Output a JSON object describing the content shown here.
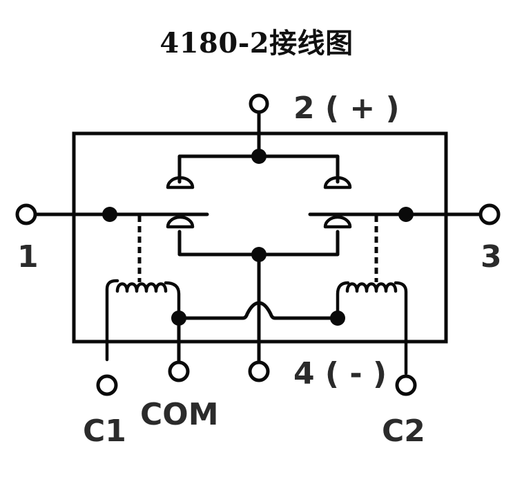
{
  "title": "4180-2接线图",
  "terminals": {
    "t1": "1",
    "t2": "2 ( + )",
    "t3": "3",
    "t4": "4 ( - )",
    "c1": "C1",
    "com": "COM",
    "c2": "C2"
  }
}
